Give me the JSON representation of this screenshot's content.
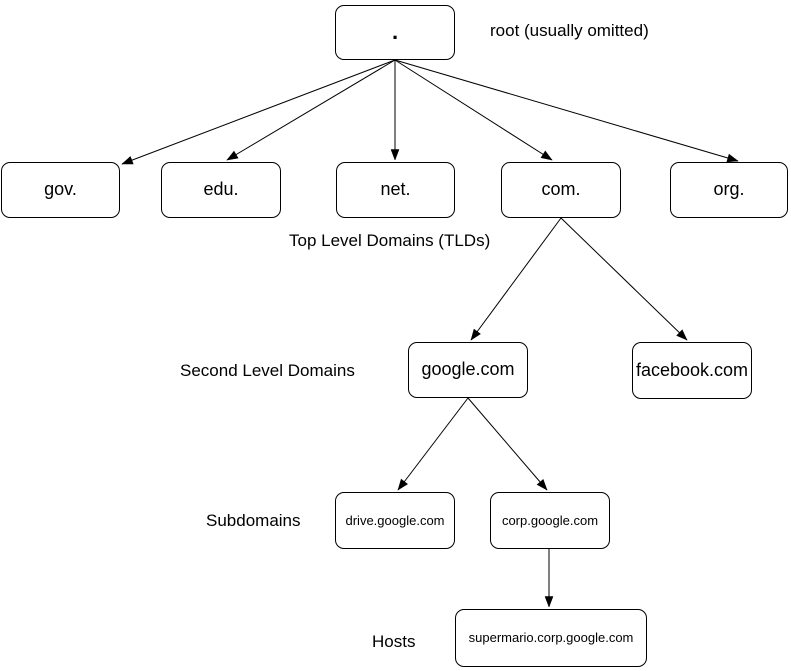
{
  "canvas": {
    "background_color": "#ffffff",
    "stroke_color": "#000000"
  },
  "nodes": {
    "root": ".",
    "tlds": [
      "gov.",
      "edu.",
      "net.",
      "com.",
      "org."
    ],
    "slds": [
      "google.com",
      "facebook.com"
    ],
    "subdomains": [
      "drive.google.com",
      "corp.google.com"
    ],
    "hosts": [
      "supermario.corp.google.com"
    ]
  },
  "labels": {
    "root_note": "root (usually omitted)",
    "tld": "Top Level Domains (TLDs)",
    "sld": "Second Level Domains",
    "subdomain": "Subdomains",
    "host": "Hosts"
  }
}
